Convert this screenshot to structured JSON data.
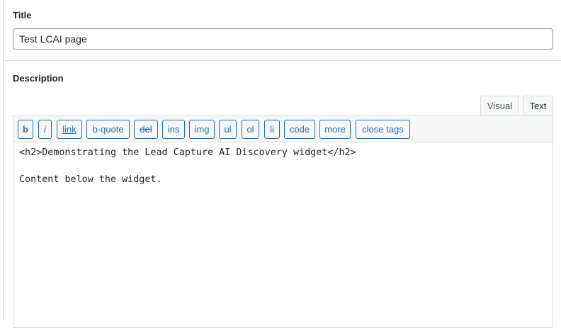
{
  "title_section": {
    "label": "Title",
    "value": "Test LCAI page"
  },
  "description_section": {
    "label": "Description",
    "tabs": {
      "visual": "Visual",
      "text": "Text"
    },
    "toolbar": {
      "b": "b",
      "i": "i",
      "link": "link",
      "b_quote": "b-quote",
      "del": "del",
      "ins": "ins",
      "img": "img",
      "ul": "ul",
      "ol": "ol",
      "li": "li",
      "code": "code",
      "more": "more",
      "close_tags": "close tags"
    },
    "content_lines": [
      "<h2>Demonstrating the Lead Capture AI Discovery widget</h2>",
      "",
      "Content below the widget."
    ]
  },
  "colors": {
    "accent": "#2271b1",
    "border": "#dcdcde",
    "toolbar_bg": "#f6f7f7"
  }
}
